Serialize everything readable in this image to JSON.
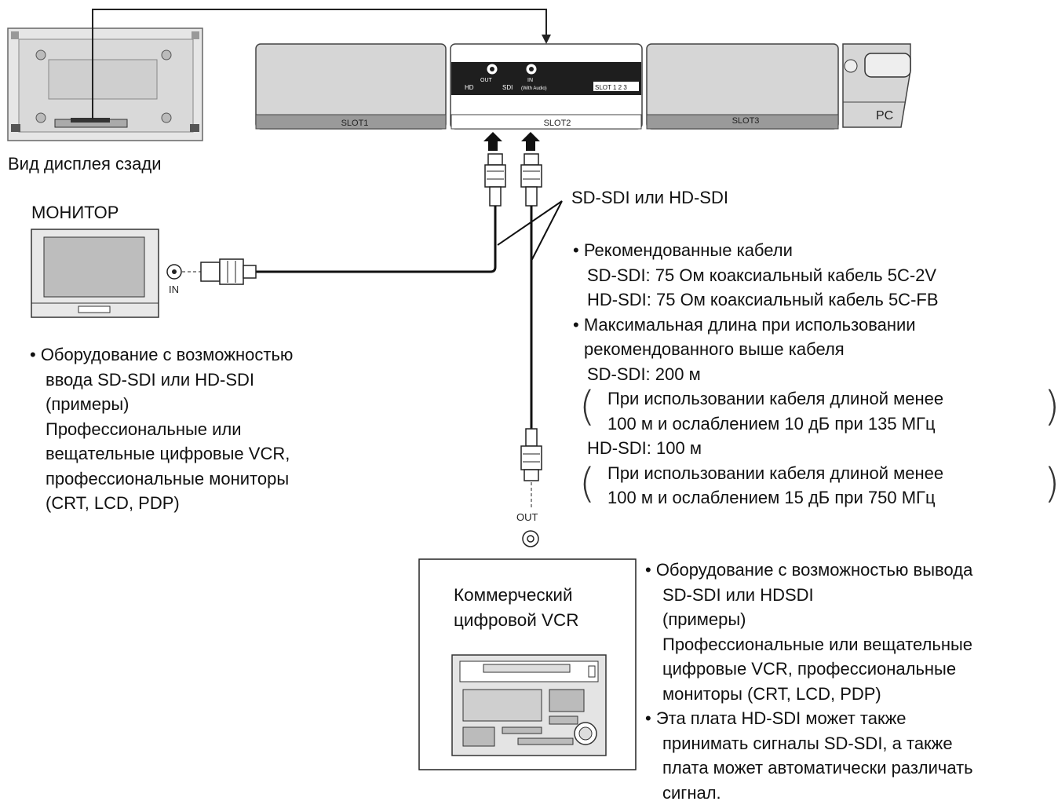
{
  "display": {
    "rear_view_caption": "Вид дисплея сзади",
    "slots": [
      "SLOT1",
      "SLOT2",
      "SLOT3"
    ],
    "pc_label": "PC",
    "card": {
      "out_label": "OUT",
      "in_label": "IN",
      "hd_label": "HD",
      "sdi_label": "SDI",
      "with_audio": "(With Audio)",
      "slot_badge": "SLOT 1 2 3"
    }
  },
  "monitor": {
    "title": "МОНИТОР",
    "port_label": "IN"
  },
  "cable": {
    "label": "SD-SDI или HD-SDI"
  },
  "spec_notes": [
    "• Рекомендованные кабели",
    "SD-SDI: 75 Ом коаксиальный кабель 5C-2V",
    "HD-SDI: 75 Ом коаксиальный кабель 5C-FB",
    "• Максимальная длина при использовании",
    "рекомендованного выше кабеля",
    "SD-SDI: 200 м",
    "При использовании кабеля длиной менее",
    "100 м и ослаблением 10 дБ при 135 МГц",
    "HD-SDI: 100 м",
    "При использовании кабеля длиной менее",
    "100 м и ослаблением 15 дБ при 750 МГц"
  ],
  "input_equipment_notes": [
    "• Оборудование с возможностью",
    "ввода SD-SDI или HD-SDI",
    "(примеры)",
    "Профессиональные или",
    "вещательные цифровые VCR,",
    "профессиональные мониторы",
    "(CRT, LCD, PDP)"
  ],
  "vcr": {
    "out_label": "OUT",
    "title_lines": [
      "Коммерческий",
      "цифровой VCR"
    ]
  },
  "output_equipment_notes": [
    "• Оборудование с возможностью вывода",
    "SD-SDI или HDSDI",
    "(примеры)",
    "Профессиональные или вещательные",
    "цифровые VCR, профессиональные",
    "мониторы (CRT, LCD, PDP)",
    "• Эта плата HD-SDI может также",
    "принимать сигналы SD-SDI, а также",
    "плата может автоматически различать",
    "сигнал."
  ]
}
